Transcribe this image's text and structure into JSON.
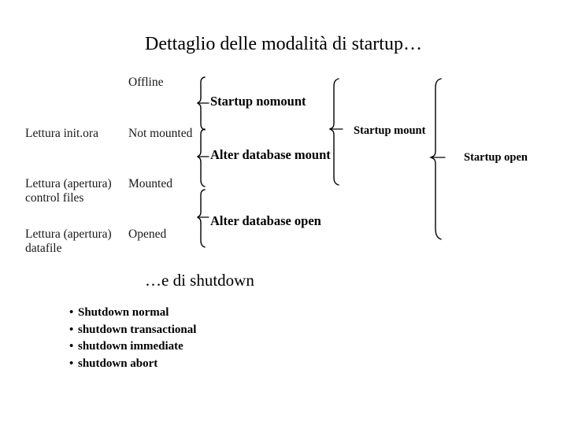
{
  "slide": {
    "title": "Dettaglio delle modalità di startup…",
    "background_color": "#ffffff",
    "text_color": "#000000"
  },
  "flow": {
    "steps": [
      {
        "action": "",
        "state": "Offline"
      },
      {
        "action": "Lettura init.ora",
        "state": "Not mounted"
      },
      {
        "action": "Lettura (apertura)\ncontrol files",
        "state": "Mounted"
      },
      {
        "action": "Lettura (apertura)\ndatafile",
        "state": "Opened"
      }
    ],
    "commands_level1": [
      "Startup nomount",
      "Alter database mount",
      "Alter database open"
    ],
    "commands_level2": [
      "Startup mount"
    ],
    "commands_level3": [
      "Startup open"
    ]
  },
  "shutdown": {
    "title": "…e di shutdown",
    "bullet_char": "•",
    "items": [
      "Shutdown normal",
      "shutdown transactional",
      "shutdown immediate",
      "shutdown abort"
    ]
  }
}
